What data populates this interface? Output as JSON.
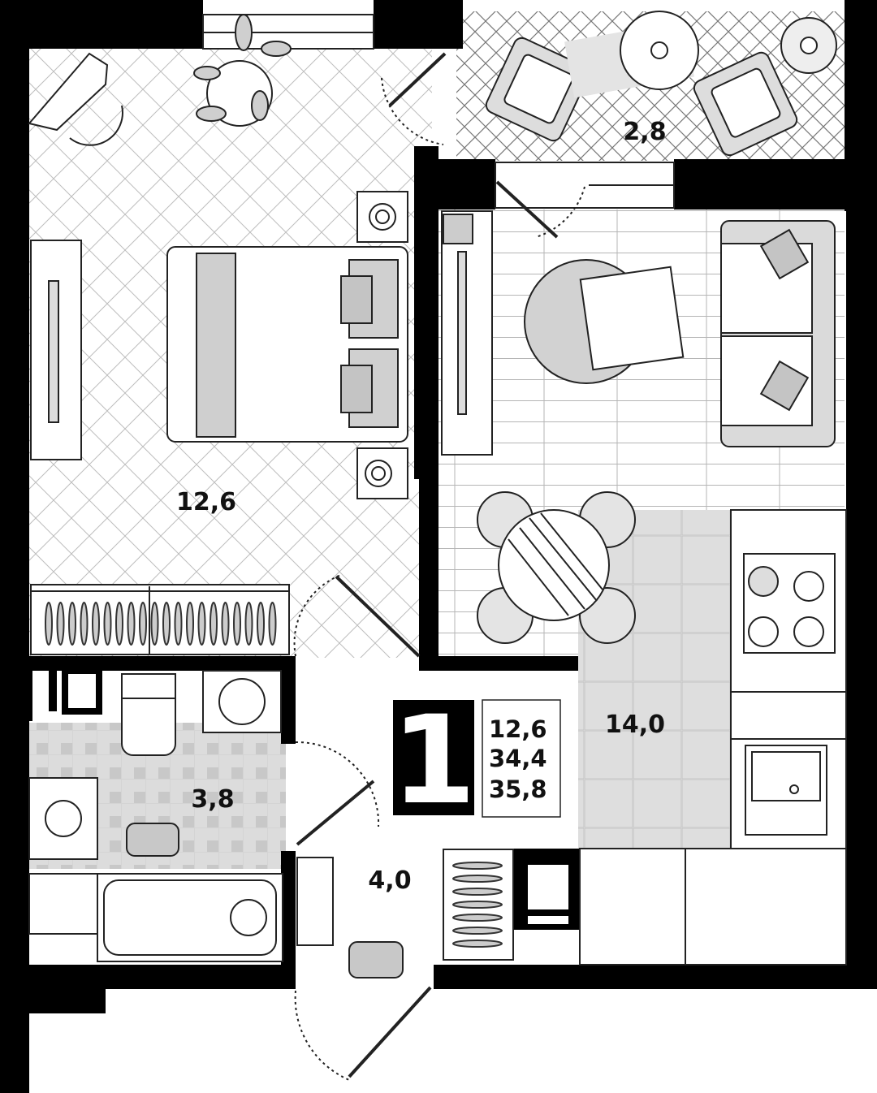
{
  "rooms": {
    "bedroom": {
      "area": "12,6"
    },
    "balcony": {
      "area": "2,8"
    },
    "living_kitchen": {
      "area": "14,0"
    },
    "bathroom": {
      "area": "3,8"
    },
    "hallway": {
      "area": "4,0"
    }
  },
  "legend": {
    "rooms_count": "1",
    "living_area": "12,6",
    "total_area": "34,4",
    "total_with_balcony": "35,8"
  },
  "colors": {
    "wall": "#000000",
    "floor_wood": "#ffffff",
    "tile": "#d9d9d9",
    "furniture": "#e6e6e6",
    "line": "#1a1a1a"
  }
}
